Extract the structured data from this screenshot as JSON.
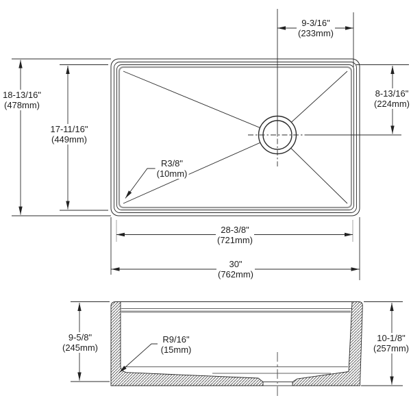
{
  "plan": {
    "drain_offset": {
      "inch": "9-3/16\"",
      "metric": "(233mm)"
    },
    "drain_from_right": {
      "inch": "8-13/16\"",
      "metric": "(224mm)"
    },
    "overall_depth": {
      "inch": "18-13/16\"",
      "metric": "(478mm)"
    },
    "bowl_depth": {
      "inch": "17-11/16\"",
      "metric": "(449mm)"
    },
    "corner_radius": {
      "inch": "R3/8\"",
      "metric": "(10mm)"
    },
    "bowl_width": {
      "inch": "28-3/8\"",
      "metric": "(721mm)"
    },
    "overall_width": {
      "inch": "30\"",
      "metric": "(762mm)"
    }
  },
  "section": {
    "left_height": {
      "inch": "9-5/8\"",
      "metric": "(245mm)"
    },
    "bottom_radius": {
      "inch": "R9/16\"",
      "metric": "(15mm)"
    },
    "right_height": {
      "inch": "10-1/8\"",
      "metric": "(257mm)"
    }
  }
}
